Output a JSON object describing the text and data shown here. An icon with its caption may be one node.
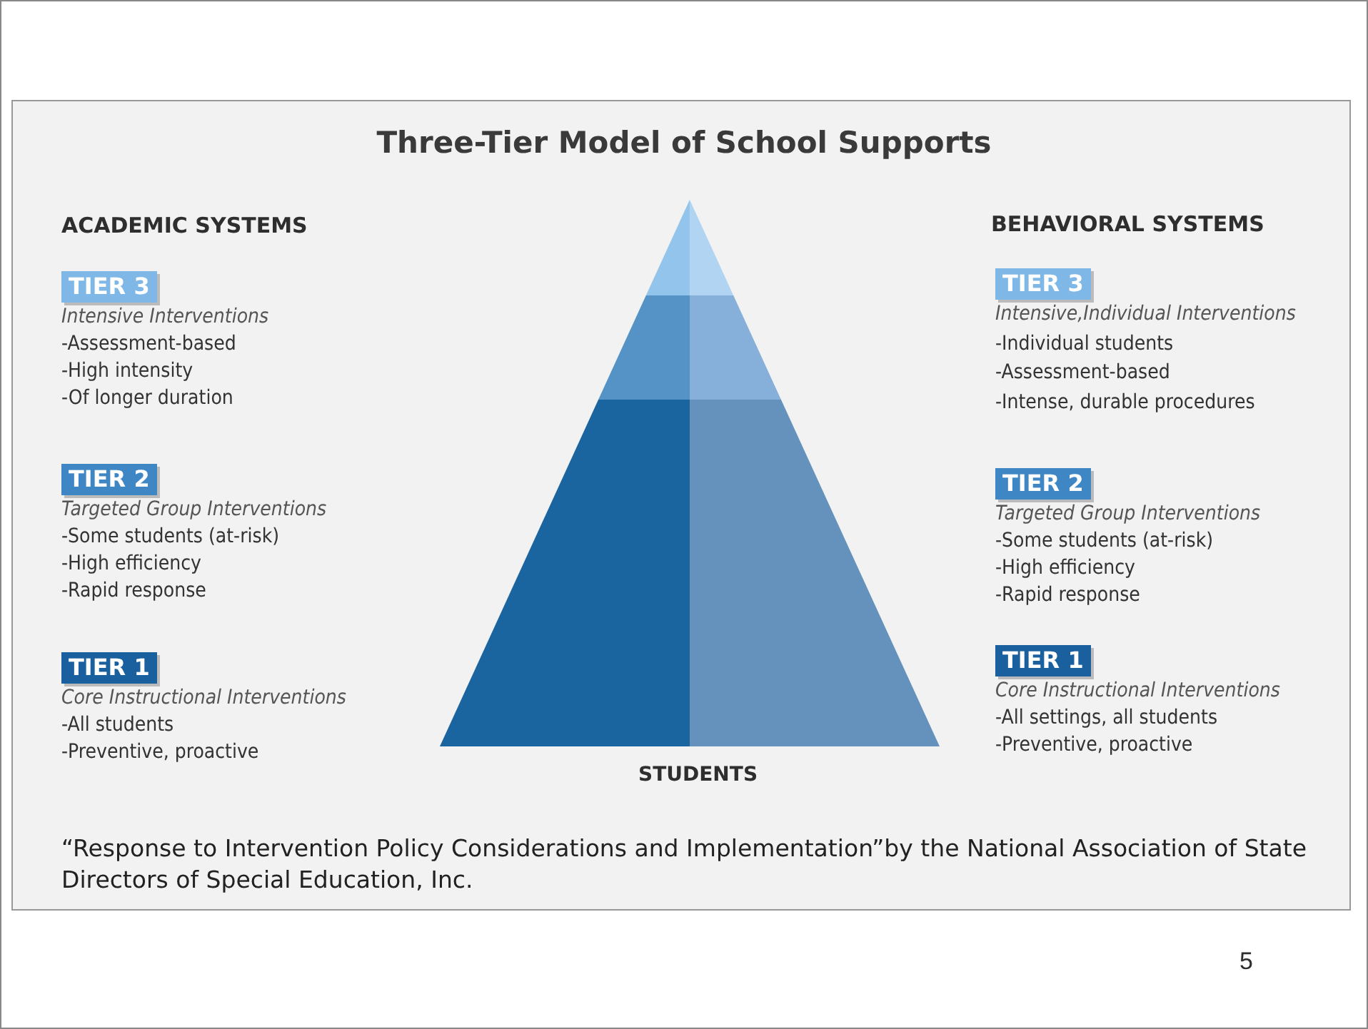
{
  "diagram": {
    "title": "Three-Tier Model of School Supports",
    "nodes": [
      {
        "text": [
          "TIER 3"
        ],
        "beside": [
          "Intensive Interventions",
          "-Assessment-based",
          "-High intensity",
          "-Of longer duration"
        ]
      },
      {
        "text": [
          "TIER 2"
        ],
        "beside": [
          "Targeted Group Interventions",
          "-Some students (at-risk)",
          "-High efficiency",
          "-Rapid response"
        ]
      },
      {
        "text": [
          "TIER 1"
        ],
        "beside": [
          "Core Instructional Interventions",
          "-All students",
          "-Preventive, proactive"
        ]
      },
      {
        "text": [
          "TIER 3"
        ],
        "beside": [
          "Intensive,Individual Interventions",
          "-Individual students",
          "-Assessment-based",
          "-Intense, durable procedures"
        ]
      },
      {
        "text": [
          "TIER 2"
        ],
        "beside": [
          "Targeted Group Interventions",
          "-Some students (at-risk)",
          "-High efficiency",
          "-Rapid response"
        ]
      },
      {
        "text": [
          "TIER 1"
        ],
        "beside": [
          "Core Instructional Interventions",
          "-All settings, all students",
          "-Preventive, proactive"
        ]
      }
    ],
    "labels": [
      "ACADEMIC SYSTEMS",
      "BEHAVIORAL SYSTEMS",
      "STUDENTS",
      "5"
    ],
    "caption": "“Response to Intervention Policy Considerations and Implementation”by the National Association of State Directors of Special Education, Inc."
  }
}
